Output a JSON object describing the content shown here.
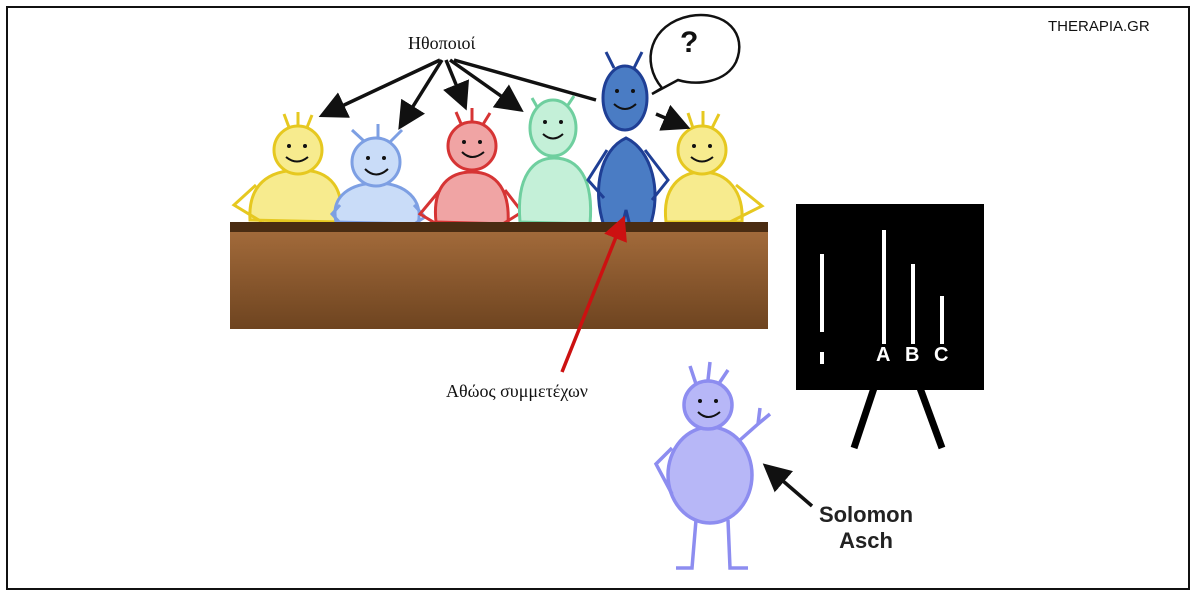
{
  "brand": "THERAPIA.GR",
  "labels": {
    "actors": "Ηθοποιοί",
    "naive_participant": "Αθώος συμμετέχων",
    "experimenter_line1": "Solomon",
    "experimenter_line2": "Asch",
    "thought_mark": "?"
  },
  "board": {
    "line_labels": [
      "A",
      "B",
      "C"
    ]
  },
  "colors": {
    "table": "#8b5a2b",
    "board": "#000000",
    "actor_yellow": "#f3e07a",
    "actor_lightblue": "#a9c6f2",
    "actor_red": "#e35a5a",
    "actor_green": "#9fe0c0",
    "naive_participant": "#3d6fb8",
    "experimenter": "#b0b0f0",
    "pointer_red": "#cc1111"
  }
}
